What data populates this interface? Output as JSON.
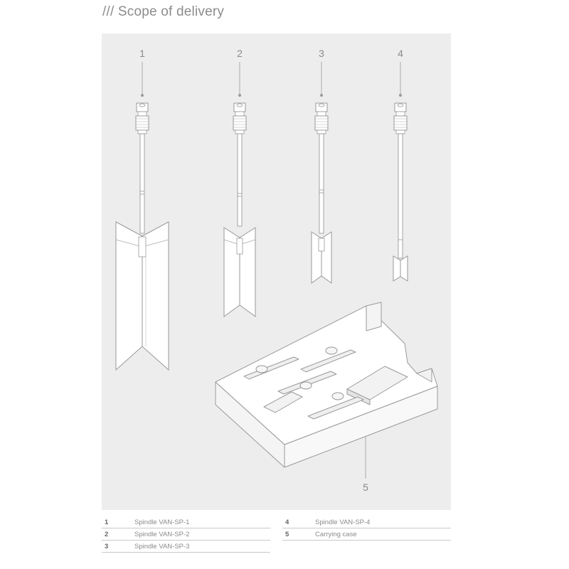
{
  "page": {
    "title": "/// Scope of delivery"
  },
  "callouts": [
    "1",
    "2",
    "3",
    "4",
    "5"
  ],
  "legend": {
    "left": [
      {
        "num": "1",
        "label": "Spindle VAN-SP-1"
      },
      {
        "num": "2",
        "label": "Spindle VAN-SP-2"
      },
      {
        "num": "3",
        "label": "Spindle VAN-SP-3"
      }
    ],
    "right": [
      {
        "num": "4",
        "label": "Spindle VAN-SP-4"
      },
      {
        "num": "5",
        "label": "Carrying case"
      }
    ]
  },
  "colors": {
    "panel": "#ededed",
    "line": "#a6a6a6",
    "fill": "#ffffff"
  }
}
